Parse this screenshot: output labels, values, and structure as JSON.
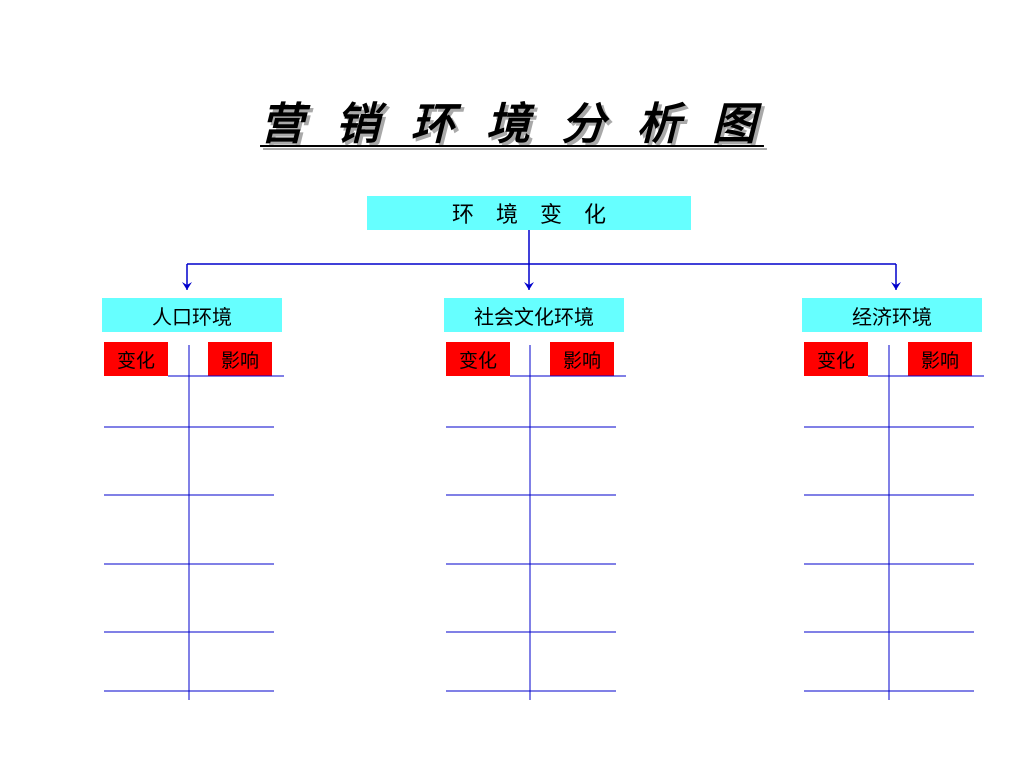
{
  "title": "营 销 环 境 分 析 图",
  "root": {
    "label": "环　境　变　化"
  },
  "branches": [
    {
      "label": "人口环境",
      "change": "变化",
      "impact": "影响"
    },
    {
      "label": "社会文化环境",
      "change": "变化",
      "impact": "影响"
    },
    {
      "label": "经济环境",
      "change": "变化",
      "impact": "影响"
    }
  ],
  "colors": {
    "box": "#66ffff",
    "tag": "#ff0000",
    "line": "#0000cc"
  }
}
